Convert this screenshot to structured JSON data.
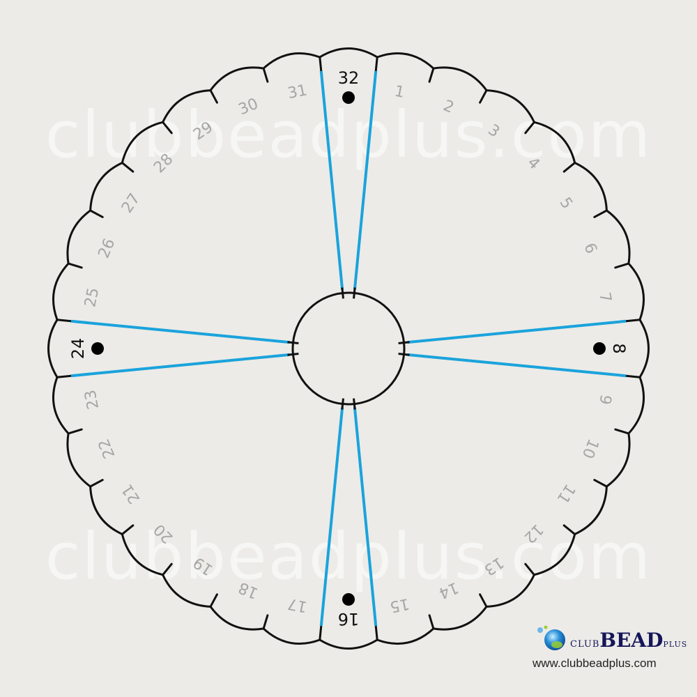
{
  "watermark": {
    "line1": "clubbeadplus.com",
    "line2": "clubbeadplus.com"
  },
  "disk": {
    "slots": [
      {
        "n": 1,
        "label": "1"
      },
      {
        "n": 2,
        "label": "2"
      },
      {
        "n": 3,
        "label": "3"
      },
      {
        "n": 4,
        "label": "4"
      },
      {
        "n": 5,
        "label": "5"
      },
      {
        "n": 6,
        "label": "6"
      },
      {
        "n": 7,
        "label": "7"
      },
      {
        "n": 8,
        "label": "8"
      },
      {
        "n": 9,
        "label": "9"
      },
      {
        "n": 10,
        "label": "10"
      },
      {
        "n": 11,
        "label": "11"
      },
      {
        "n": 12,
        "label": "12"
      },
      {
        "n": 13,
        "label": "13"
      },
      {
        "n": 14,
        "label": "14"
      },
      {
        "n": 15,
        "label": "15"
      },
      {
        "n": 16,
        "label": "16"
      },
      {
        "n": 17,
        "label": "17"
      },
      {
        "n": 18,
        "label": "18"
      },
      {
        "n": 19,
        "label": "19"
      },
      {
        "n": 20,
        "label": "20"
      },
      {
        "n": 21,
        "label": "21"
      },
      {
        "n": 22,
        "label": "22"
      },
      {
        "n": 23,
        "label": "23"
      },
      {
        "n": 24,
        "label": "24"
      },
      {
        "n": 25,
        "label": "25"
      },
      {
        "n": 26,
        "label": "26"
      },
      {
        "n": 27,
        "label": "27"
      },
      {
        "n": 28,
        "label": "28"
      },
      {
        "n": 29,
        "label": "29"
      },
      {
        "n": 30,
        "label": "30"
      },
      {
        "n": 31,
        "label": "31"
      },
      {
        "n": 32,
        "label": "32"
      }
    ],
    "highlighted": [
      8,
      16,
      24,
      32
    ],
    "colors": {
      "outline": "#111111",
      "guide": "#1aa3dc",
      "number": "#a6a6a6",
      "highlight_number": "#111111",
      "dot": "#000000"
    }
  },
  "logo": {
    "club": "CLUB",
    "bead": "BEAD",
    "plus": "PLUS",
    "url": "www.clubbeadplus.com",
    "colors": {
      "text": "#15155a",
      "ball": "#2a8fd8",
      "ball_accent": "#9acd32"
    }
  }
}
